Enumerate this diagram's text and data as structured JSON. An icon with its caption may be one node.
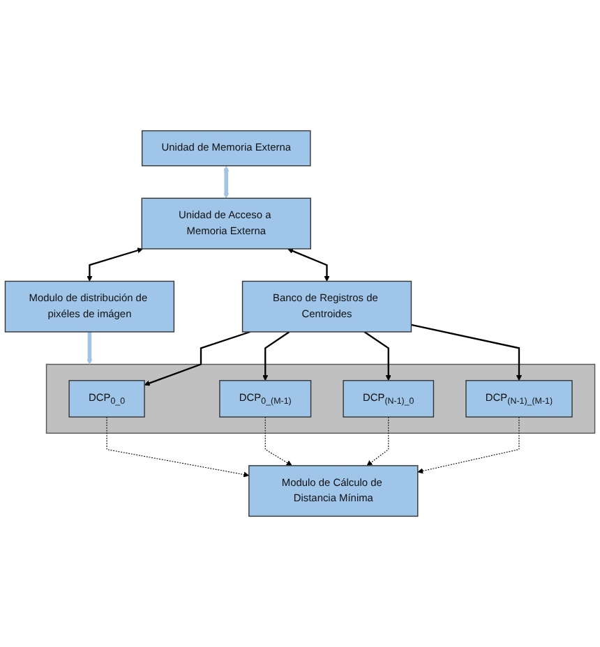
{
  "diagram": {
    "nodes": [
      {
        "text": [
          "Unidad de Memoria Externa"
        ]
      },
      {
        "text": [
          "Unidad de Acceso a Memoria Externa"
        ]
      },
      {
        "text": [
          "Modulo de distribución de pixéles de imágen"
        ]
      },
      {
        "text": [],
        "shape": "box"
      },
      {
        "text": [
          "DCP$_{0_0}$"
        ],
        "in": 3
      },
      {
        "text": [
          "DCP$_{0_(M-1)}$"
        ],
        "in": 3
      },
      {
        "text": [
          "DCP$_{(N-1)_0}$"
        ],
        "in": 3
      },
      {
        "text": [
          "DCP$_{(N-1)_(M-1)}$"
        ],
        "in": 3
      },
      {
        "text": [
          "Banco de Registros de Centroides"
        ]
      },
      {
        "text": [
          "Modulo de Cálculo de Distancia Mínima"
        ]
      }
    ],
    "edges": [
      {
        "from": 0,
        "to": 1,
        "arrow": "both",
        "style": "thick",
        "color": "#9fc5e8"
      },
      {
        "from": 1,
        "to": 2,
        "arrow": "both"
      },
      {
        "from": 1,
        "to": 8,
        "arrow": "both"
      },
      {
        "from": 2,
        "to": 3,
        "arrow": "to",
        "style": "thick",
        "color": "#9fc5e8"
      },
      {
        "from": 8,
        "to": 4,
        "arrow": "to"
      },
      {
        "from": 8,
        "to": 5,
        "arrow": "to"
      },
      {
        "from": 8,
        "to": 6,
        "arrow": "to"
      },
      {
        "from": 8,
        "to": 7,
        "arrow": "to"
      },
      {
        "from": 4,
        "to": 9,
        "arrow": "to",
        "style": "dashed"
      },
      {
        "from": 5,
        "to": 9,
        "arrow": "to",
        "style": "dashed"
      },
      {
        "from": 6,
        "to": 9,
        "arrow": "to",
        "style": "dashed"
      },
      {
        "from": 7,
        "to": 9,
        "arrow": "to",
        "style": "dashed"
      }
    ]
  }
}
